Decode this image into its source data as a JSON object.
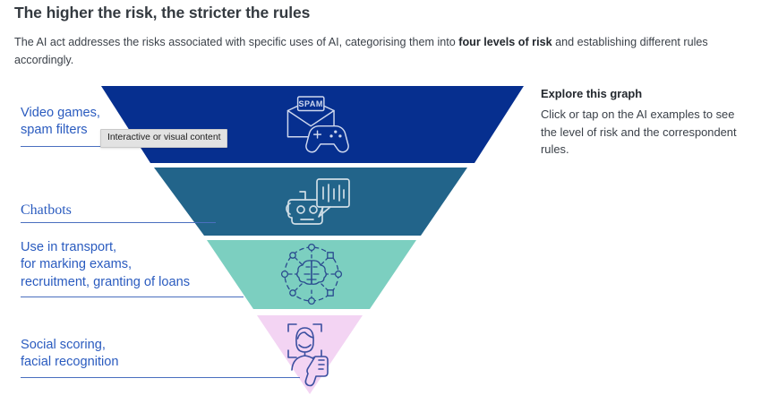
{
  "header": {
    "title": "The higher the risk, the stricter the rules",
    "intro_part1": "The AI act addresses the risks associated with specific uses of AI, categorising them into ",
    "intro_bold": "four levels of risk",
    "intro_part2": " and establishing different rules accordingly."
  },
  "aside": {
    "title": "Explore this graph",
    "body": "Click or tap on the AI examples to see the level of risk and the correspondent rules."
  },
  "tooltip": {
    "text": "Interactive or visual content",
    "visible": true
  },
  "funnel": {
    "levels": [
      {
        "label": "Video games,\nspam filters",
        "color": "#062F8F",
        "icon": "spam-envelope-gamepad-icon",
        "icon_color": "#cfd8ee",
        "shape": "trapezoid"
      },
      {
        "label": "Chatbots",
        "color": "#22648A",
        "icon": "chatbot-robot-icon",
        "icon_color": "#cfdde6",
        "shape": "trapezoid"
      },
      {
        "label": "Use in transport,\nfor marking exams,\nrecruitment, granting of loans",
        "color": "#7CCFC0",
        "icon": "ai-brain-network-icon",
        "icon_color": "#2a4b8f",
        "shape": "trapezoid"
      },
      {
        "label": "Social scoring,\nfacial recognition",
        "color": "#F3D4F3",
        "icon": "facial-recognition-thumbsdown-icon",
        "icon_color": "#3b4fa0",
        "shape": "triangle"
      }
    ]
  },
  "colors": {
    "label_blue": "#2a5bbf",
    "rule_blue": "#4a6fbf",
    "text_dark": "#343a40",
    "background": "#ffffff"
  }
}
